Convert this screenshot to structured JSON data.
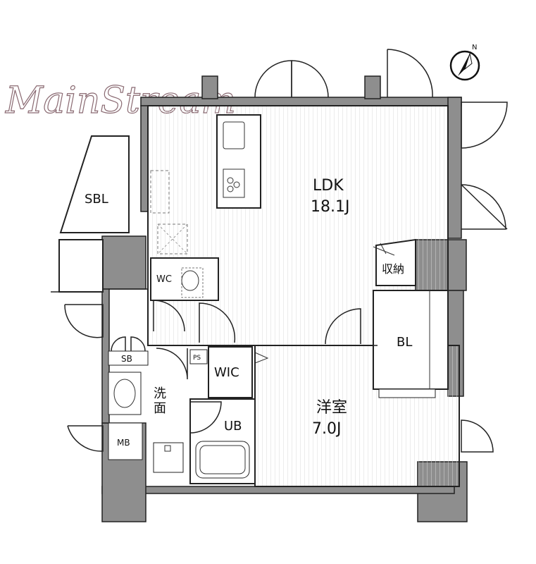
{
  "watermark": "MainStream",
  "compass": {
    "north_label": "N"
  },
  "rooms": {
    "ldk": {
      "name": "LDK",
      "size": "18.1J"
    },
    "western": {
      "name": "洋室",
      "size": "7.0J"
    },
    "sbl": "SBL",
    "wc": "WC",
    "storage": "収納",
    "bl": "BL",
    "sb": "SB",
    "ps": "PS",
    "wic": "WIC",
    "washroom": "洗\n面",
    "washroom_line1": "洗",
    "washroom_line2": "面",
    "ub": "UB",
    "mb": "MB"
  },
  "colors": {
    "wall_fill": "#8e8e8e",
    "line": "#222222",
    "watermark": "#8a6a72"
  }
}
